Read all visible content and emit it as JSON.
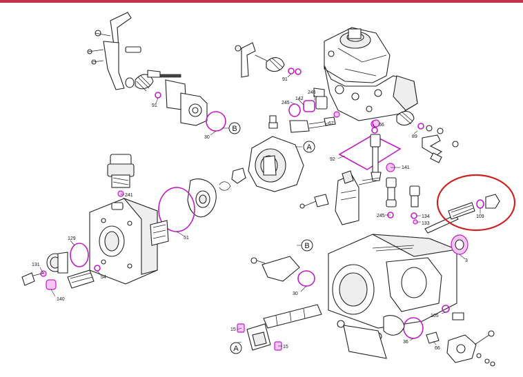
{
  "colors": {
    "top_rule": "#c0314f",
    "seal_magenta": "#c21ac8",
    "highlight_circle": "#cc2222",
    "line": "#222222"
  },
  "callouts": {
    "a_top": "A",
    "a_bottom": "A",
    "b_top": "B",
    "b_mid": "B"
  },
  "labels": [
    {
      "id": "91-left",
      "text": "91"
    },
    {
      "id": "30-top",
      "text": "30"
    },
    {
      "id": "91-top",
      "text": "91"
    },
    {
      "id": "142",
      "text": "142"
    },
    {
      "id": "245-top",
      "text": "245"
    },
    {
      "id": "245-left",
      "text": "245"
    },
    {
      "id": "67",
      "text": "67"
    },
    {
      "id": "66-top",
      "text": "66"
    },
    {
      "id": "89",
      "text": "89"
    },
    {
      "id": "92",
      "text": "92"
    },
    {
      "id": "141",
      "text": "141"
    },
    {
      "id": "241",
      "text": "241"
    },
    {
      "id": "51",
      "text": "51"
    },
    {
      "id": "245-mid",
      "text": "245"
    },
    {
      "id": "134",
      "text": "134"
    },
    {
      "id": "133",
      "text": "133"
    },
    {
      "id": "109",
      "text": "109"
    },
    {
      "id": "129",
      "text": "129"
    },
    {
      "id": "131",
      "text": "131"
    },
    {
      "id": "54",
      "text": "54"
    },
    {
      "id": "140",
      "text": "140"
    },
    {
      "id": "3",
      "text": "3"
    },
    {
      "id": "30-mid",
      "text": "30"
    },
    {
      "id": "105",
      "text": "105"
    },
    {
      "id": "15-a",
      "text": "15"
    },
    {
      "id": "15-b",
      "text": "15"
    },
    {
      "id": "36",
      "text": "36"
    },
    {
      "id": "66-bottom",
      "text": "66"
    }
  ]
}
